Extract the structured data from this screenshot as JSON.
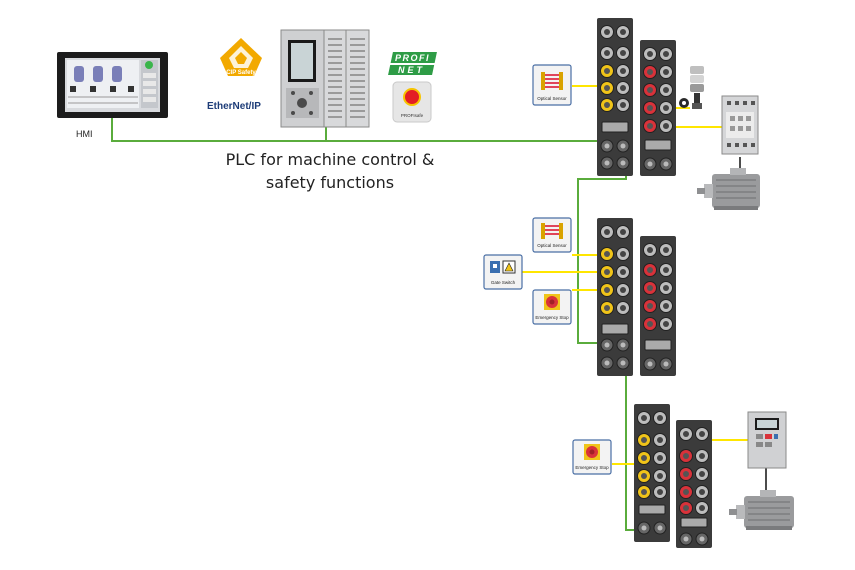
{
  "hmi": {
    "label": "HMI"
  },
  "plc": {
    "caption_line1": "PLC for machine control &",
    "caption_line2": "safety functions"
  },
  "logos": {
    "cip_safety": "CIP Safety",
    "ethernet_ip": "EtherNet/IP",
    "profi": "PROFI",
    "net": "NET",
    "profisafe": "PROFIsafe"
  },
  "devices": {
    "optical_sensor": "Optical Sensor",
    "gate_switch": "Gate Switch",
    "emergency_stop": "Emergency Stop"
  },
  "colors": {
    "network_line": "#5aac3c",
    "signal_line": "#ffe600",
    "module_dark": "#3b3b3b",
    "port_yellow": "#f0c419",
    "port_red": "#d9323a",
    "label_box_border": "#4a6fa5"
  }
}
